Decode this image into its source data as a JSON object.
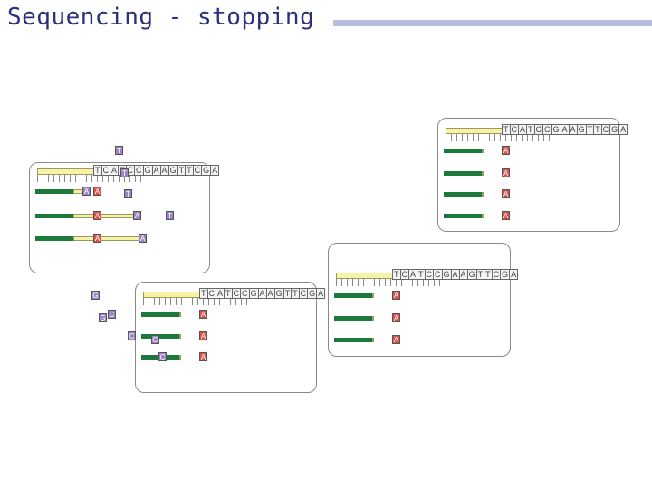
{
  "title": "Sequencing - stopping",
  "template_sequence": "TCATCCGAAGTTCGA",
  "panels": [
    {
      "id": "a",
      "end_base": "A",
      "start_base": "A"
    },
    {
      "id": "c",
      "end_base": "C",
      "start_base": "A"
    },
    {
      "id": "g",
      "end_base": "G",
      "start_base": "A"
    },
    {
      "id": "t",
      "end_base": "T",
      "start_base": "A"
    }
  ],
  "colors": {
    "title": "#2b2f7d",
    "primer": "#1b7a3b",
    "template": "#f6f2a6",
    "start_tag": "#e0504a",
    "end_tag": "#9b84c4"
  }
}
